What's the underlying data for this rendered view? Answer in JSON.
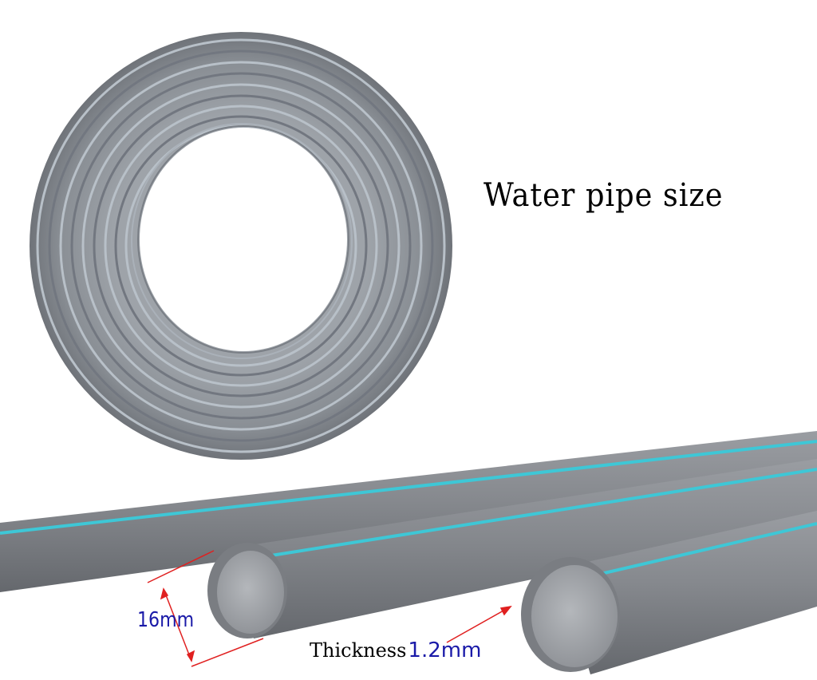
{
  "title": "Water pipe size",
  "dimensions": {
    "diameter": "16mm",
    "thickness_label": "Thickness",
    "thickness_value": "1.2mm"
  },
  "colors": {
    "pipe_gray": "#8c8f94",
    "pipe_dark": "#6e7176",
    "stripe_cyan": "#3ec7d6",
    "arrow_red": "#e02020",
    "dim_text_blue": "#1a1aa8"
  }
}
